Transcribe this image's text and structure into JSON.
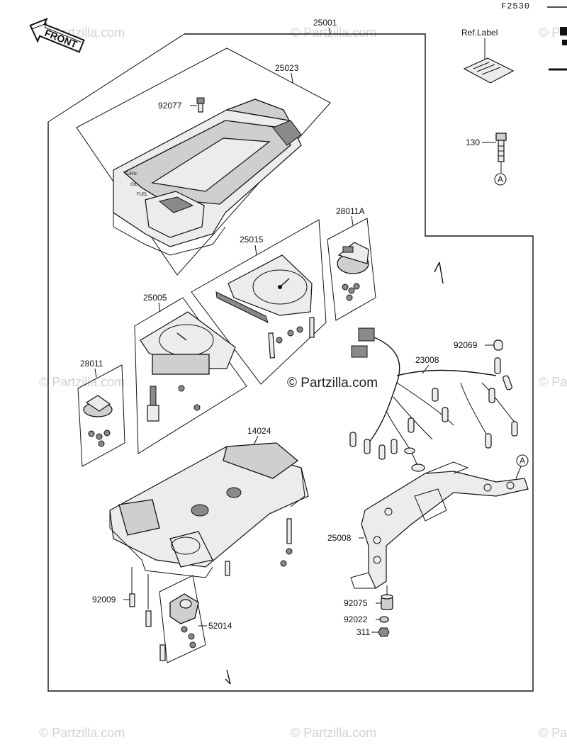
{
  "figure_code": "F2530",
  "front_label": "FRONT",
  "ref_label": "Ref.Label",
  "ref_marker": "A",
  "watermark": "© Partzilla.com",
  "parts": {
    "p25001": "25001",
    "p25023": "25023",
    "p92077": "92077",
    "p28011A": "28011A",
    "p25015": "25015",
    "p25005": "25005",
    "p28011": "28011",
    "p92069": "92069",
    "p23008": "23008",
    "p14024": "14024",
    "p25008": "25008",
    "p92009": "92009",
    "p52014": "52014",
    "p92075": "92075",
    "p92022": "92022",
    "p311": "311",
    "p130": "130"
  },
  "colors": {
    "line": "#111111",
    "watermark": "#d2d2d2",
    "background": "#ffffff"
  }
}
